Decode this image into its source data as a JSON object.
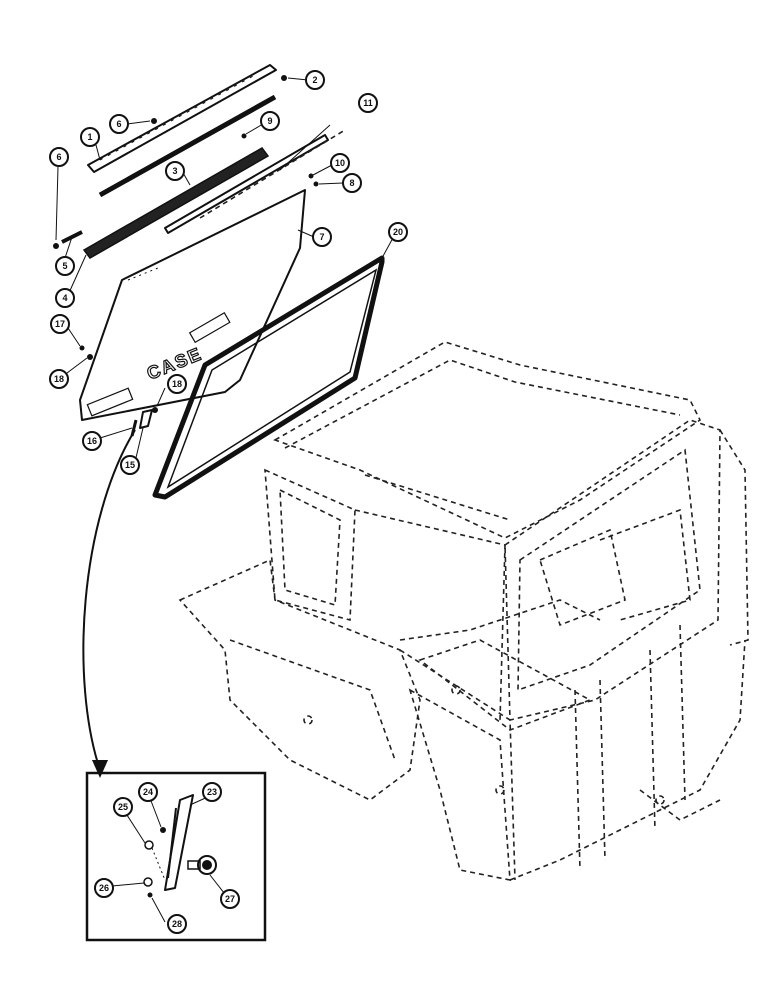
{
  "callouts": {
    "c1": "1",
    "c2": "2",
    "c3": "3",
    "c4": "4",
    "c5": "5",
    "c6a": "6",
    "c6b": "6",
    "c7": "7",
    "c8": "8",
    "c9": "9",
    "c10": "10",
    "c11": "11",
    "c15": "15",
    "c16": "16",
    "c17": "17",
    "c18a": "18",
    "c18b": "18",
    "c20": "20",
    "c23": "23",
    "c24": "24",
    "c25": "25",
    "c26": "26",
    "c27": "27",
    "c28": "28"
  },
  "window_logo": "CASE"
}
